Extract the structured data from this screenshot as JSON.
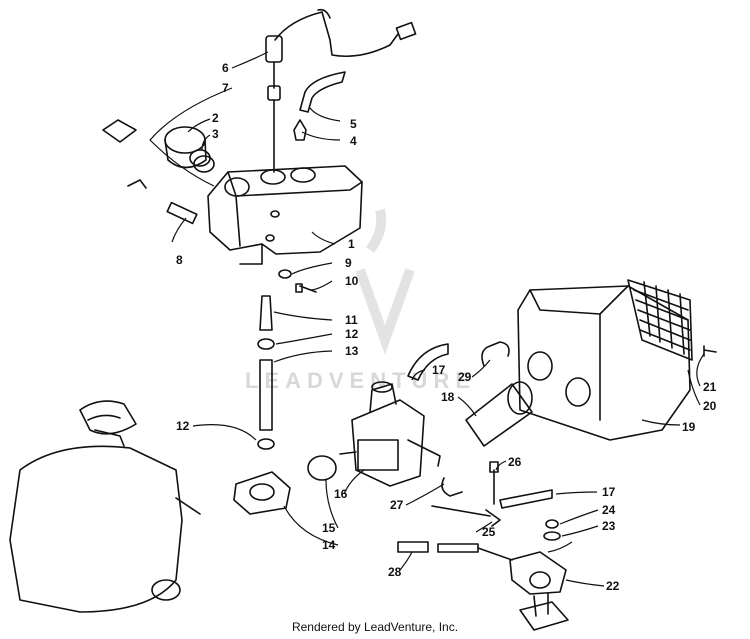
{
  "watermark": "LEADVENTURE",
  "footer": "Rendered by LeadVenture, Inc.",
  "callouts": [
    "1",
    "2",
    "3",
    "4",
    "5",
    "6",
    "7",
    "8",
    "9",
    "10",
    "11",
    "12",
    "13",
    "17",
    "29",
    "18",
    "21",
    "20",
    "19",
    "12",
    "16",
    "15",
    "14",
    "26",
    "17",
    "27",
    "24",
    "23",
    "25",
    "28",
    "22"
  ]
}
